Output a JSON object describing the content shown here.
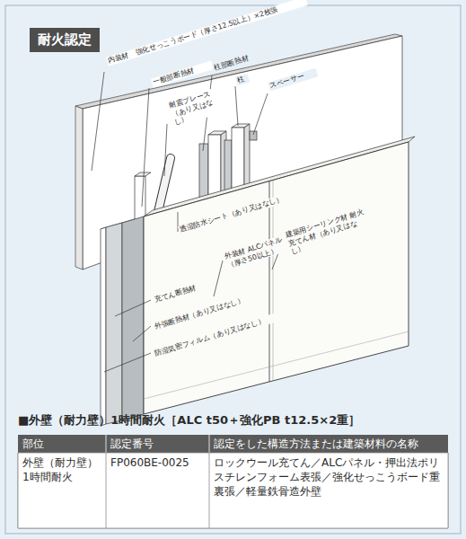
{
  "diagram": {
    "title": "耐火認定",
    "caption": "■外壁（耐力壁）1時間耐火［ALC t50＋強化PB t12.5×2重］",
    "labels": [
      "内装材　強化せっこうボード（厚さ12.5以上）×2枚張",
      "一般部断熱材",
      "耐震ブレース（あり又はなし）",
      "柱部断熱材",
      "柱",
      "スペーサー",
      "透湿防水シート（あり又はなし）",
      "外装材 ALCパネル（厚さ50以上）",
      "建築用シーリング材 耐火充てん材（あり又はなし）",
      "充てん断熱材",
      "外張断熱材（あり又はなし）",
      "防湿気密フィルム（あり又はなし）",
      "部位",
      "認定番号",
      "認定をした構造方法または建築材料の名称",
      "外壁（耐力壁）1時間耐火",
      "FP060BE-0025",
      "ロックウール充てん／ALCパネル・押出法ポリスチレンフォーム表張／強化せっこうボード重裏張／軽量鉄骨造外壁"
    ]
  }
}
